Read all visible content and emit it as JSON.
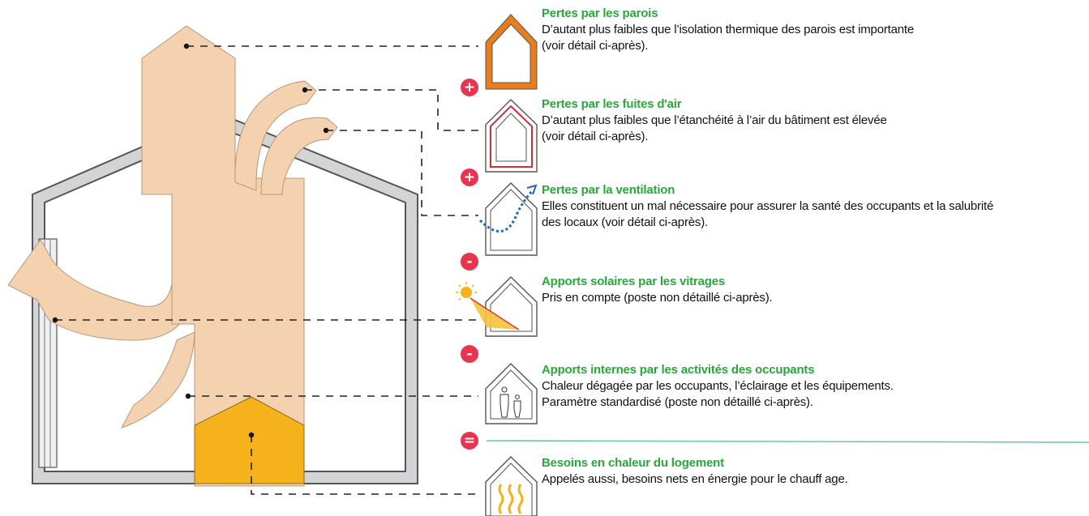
{
  "items": [
    {
      "title": "Pertes par les parois",
      "line1": "D’autant plus faibles que l’isolation thermique des parois est importante",
      "line2": "(voir détail ci-après)."
    },
    {
      "title": "Pertes par les fuites d'air",
      "line1": "D’autant plus faibles que l’étanchéité à l’air du bâtiment est élevée",
      "line2": "(voir détail ci-après)."
    },
    {
      "title": "Pertes par la ventilation",
      "line1": "Elles constituent un mal nécessaire pour assurer la santé des occupants et la salubrité",
      "line2": "des locaux (voir détail ci-après)."
    },
    {
      "title": "Apports solaires par les vitrages",
      "line1": "Pris en compte (poste non détaillé ci-après).",
      "line2": ""
    },
    {
      "title": "Apports internes par les activités des occupants",
      "line1": "Chaleur dégagée par les occupants, l’éclairage et les équipements.",
      "line2": "Paramètre standardisé (poste non détaillé ci-après)."
    },
    {
      "title": "Besoins en chaleur du logement",
      "line1": "Appelés aussi, besoins nets en énergie pour le chauff age.",
      "line2": ""
    }
  ],
  "operators": [
    "+",
    "+",
    "-",
    "-",
    "="
  ],
  "colors": {
    "title_green": "#2aa63c",
    "operator_red": "#e8344e",
    "flow_beige": "#f4d2b0",
    "heat_yellow": "#f5b21b",
    "wall_grey": "#d3d4d6",
    "wall_orange": "#e97d1c",
    "leak_red": "#d42e3a",
    "ventilation_blue": "#1f6bb3",
    "equals_line_teal": "#6fc4b8"
  },
  "icons": [
    "house-walls-icon",
    "house-air-leak-icon",
    "house-ventilation-icon",
    "house-solar-icon",
    "house-occupants-icon",
    "house-heating-icon"
  ]
}
